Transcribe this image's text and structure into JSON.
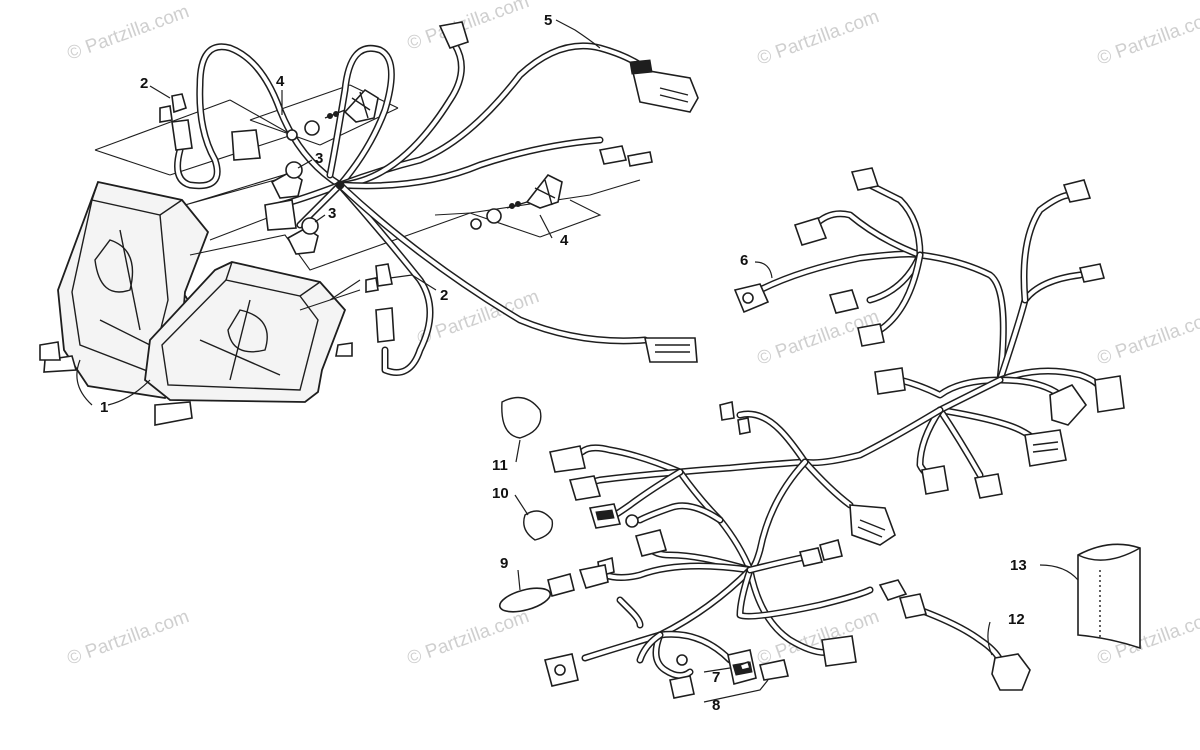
{
  "diagram": {
    "watermark_text": "© Partzilla.com",
    "callouts": {
      "headlight": "1",
      "socket_upper": "2",
      "socket_lower": "2",
      "bulb_upper": "3",
      "bulb_lower": "3",
      "adjuster_upper": "4",
      "adjuster_lower": "4",
      "headlight_harness": "5",
      "main_harness": "6",
      "connector_7": "7",
      "connector_8": "8",
      "part_9": "9",
      "clip_10": "10",
      "clip_11": "11",
      "sleeve_12": "12",
      "sleeve_13": "13"
    }
  }
}
